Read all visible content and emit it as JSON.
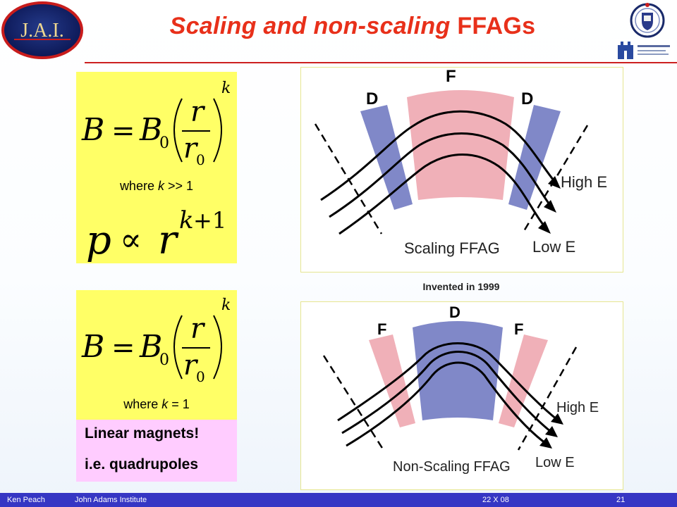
{
  "logos": {
    "jai": "J.A.I."
  },
  "title": {
    "italic": "Scaling and non-scaling",
    "plain": "FFAGs"
  },
  "equations": {
    "block1": {
      "where_prefix": "where",
      "where_var": "k",
      "where_rest": ">> 1"
    },
    "block2": {
      "where_prefix": "where",
      "where_var": "k",
      "where_rest": "= 1"
    }
  },
  "conclusion": {
    "line1": "Linear magnets!",
    "line2": "i.e. quadrupoles"
  },
  "figure1": {
    "label_D_left": "D",
    "label_F": "F",
    "label_D_right": "D",
    "high": "High E",
    "low": "Low E",
    "caption": "Scaling FFAG"
  },
  "invented": "Invented in 1999",
  "figure2": {
    "label_F_left": "F",
    "label_D": "D",
    "label_F_right": "F",
    "high": "High E",
    "low": "Low E",
    "caption": "Non-Scaling FFAG"
  },
  "footer": {
    "author": "Ken Peach",
    "institute": "John Adams Institute",
    "date": "22 X 08",
    "page": "21"
  },
  "colors": {
    "title": "#e8301a",
    "eq_bg": "#ffff66",
    "pink_bg": "#ffccff",
    "footer_bg": "#3636c4",
    "blue_magnet": "#8088c8",
    "pink_magnet": "#f0b0b8"
  }
}
